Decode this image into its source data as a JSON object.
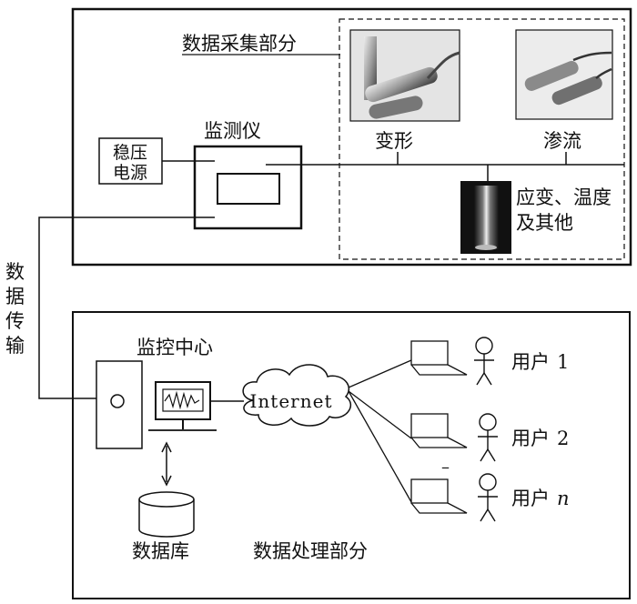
{
  "acquisition": {
    "title": "数据采集部分",
    "power": [
      "稳压",
      "电源"
    ],
    "monitor": "监测仪",
    "deformation": "变形",
    "seepage": "渗流",
    "strain_temp": [
      "应变、温度",
      "及其他"
    ]
  },
  "transmission": [
    "数",
    "据",
    "传",
    "输"
  ],
  "processing": {
    "center": "监控中心",
    "internet": "Internet",
    "database": "数据库",
    "title": "数据处理部分",
    "users": [
      {
        "label": "用户",
        "num": "1",
        "italic": false
      },
      {
        "label": "用户",
        "num": "2",
        "italic": false
      },
      {
        "label": "用户",
        "num": "n",
        "italic": true
      }
    ],
    "ellipsis": "–"
  },
  "colors": {
    "line": "#111111",
    "sensor_gray": "#9a9a9a"
  }
}
